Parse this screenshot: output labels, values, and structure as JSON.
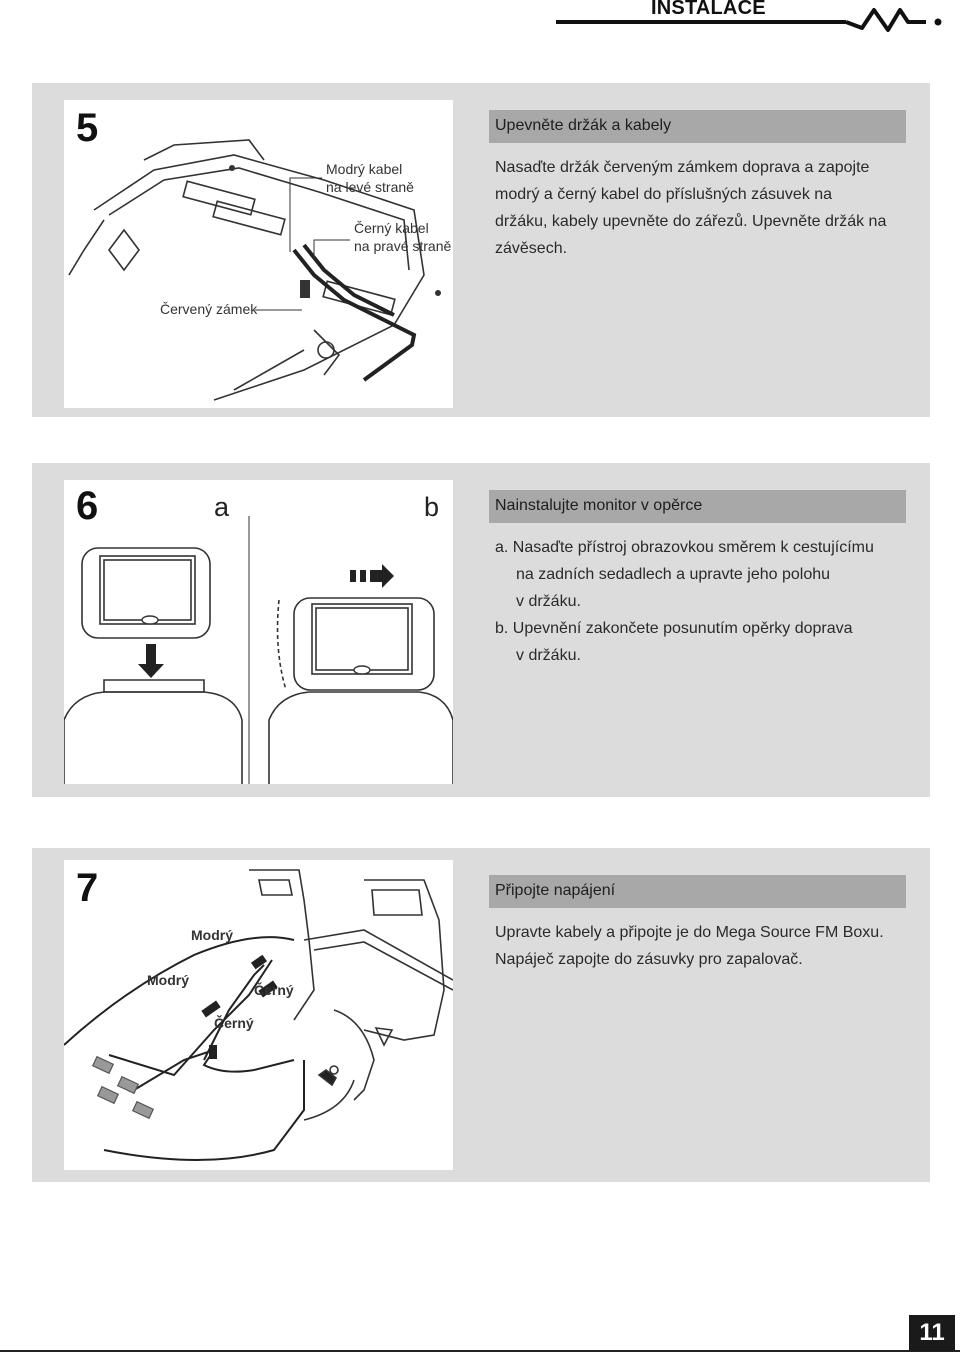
{
  "header": {
    "title": "INSTALACE"
  },
  "step5": {
    "number": "5",
    "title": "Upevněte držák a kabely",
    "lines": [
      "Nasaďte držák červeným zámkem doprava a zapojte",
      "modrý a černý kabel do příslušných zásuvek na",
      "držáku, kabely upevněte do zářezů. Upevněte držák na",
      "závěsech."
    ],
    "label_blue_1": "Modrý kabel",
    "label_blue_2": "na levé straně",
    "label_black_1": "Černý kabel",
    "label_black_2": "na pravé straně",
    "label_lock": "Červený zámek"
  },
  "step6": {
    "number": "6",
    "label_a": "a",
    "label_b": "b",
    "title": "Nainstalujte monitor v opěrce",
    "item_a_1": "a. Nasaďte přístroj obrazovkou směrem k cestujícímu",
    "item_a_2": "na zadních sedadlech a upravte jeho polohu",
    "item_a_3": "v držáku.",
    "item_b_1": "b. Upevnění zakončete posunutím opěrky doprava",
    "item_b_2": "v držáku."
  },
  "step7": {
    "number": "7",
    "title": "Připojte napájení",
    "lines": [
      "Upravte kabely a připojte je do Mega Source FM Boxu.",
      "Napáječ zapojte do zásuvky pro zapalovač."
    ],
    "label_modry_1": "Modrý",
    "label_modry_2": "Modrý",
    "label_cerny_1": "Černý",
    "label_cerny_2": "Černý"
  },
  "footer": {
    "page_number": "11"
  }
}
